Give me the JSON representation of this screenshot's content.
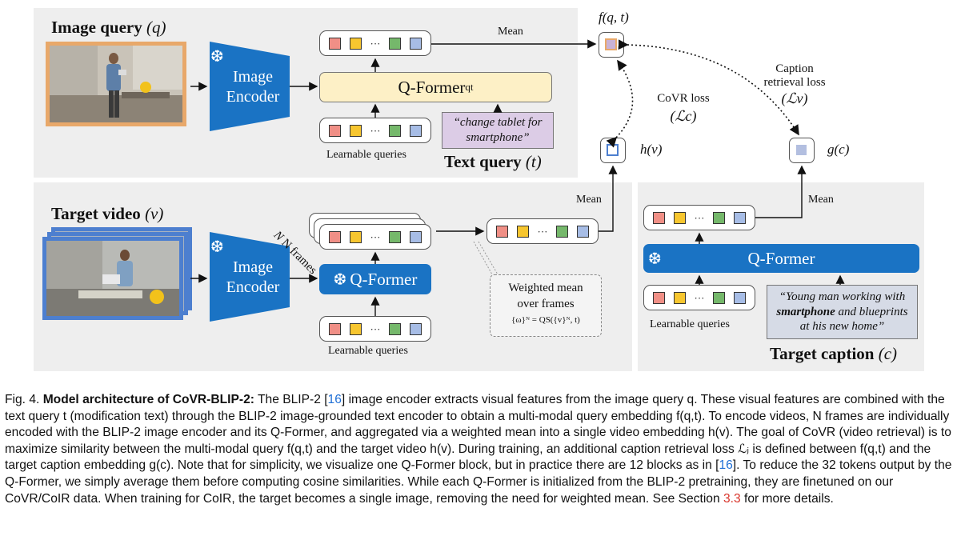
{
  "panels": {
    "image_query": {
      "title": "Image query",
      "symbol": "(q)"
    },
    "text_query": {
      "title": "Text query",
      "symbol": "(t)",
      "text": "“change tablet for smartphone”"
    },
    "target_video": {
      "title": "Target video",
      "symbol": "(v)"
    },
    "target_caption": {
      "title": "Target caption",
      "symbol": "(c)"
    }
  },
  "labels": {
    "image_encoder": "Image Encoder",
    "qformer_qt_main": "Q-Former",
    "qformer_qt_sub": "qt",
    "qformer": "Q-Former",
    "learnable_queries": "Learnable queries",
    "mean": "Mean",
    "n_frames": "N frames",
    "weighted_mean_line1": "Weighted mean",
    "weighted_mean_line2": "over frames",
    "weighted_mean_formula": "{ω}ᴺ = QS({v}ᴺ, t)",
    "f_qt": "f(q, t)",
    "h_v": "h(v)",
    "g_c": "g(c)",
    "covr_loss": "CoVR loss",
    "covr_loss_sym": "(ℒc)",
    "caption_loss_1": "Caption",
    "caption_loss_2": "retrieval loss",
    "caption_loss_sym": "(ℒv)",
    "caption_text_1": "“Young man working with",
    "caption_text_bold": "smartphone",
    "caption_text_2": "and blueprints",
    "caption_text_3": "at his new home”",
    "dots": "···",
    "snowflake": "❆"
  },
  "figure_caption": {
    "lead": "Fig. 4.",
    "bold": "Model architecture of CoVR-BLIP-2:",
    "s1": "The BLIP-2 [",
    "ref16": "16",
    "s2": "] image encoder extracts visual features from the image query q. These visual features are combined with the text query t (modification text) through the BLIP-2 image-grounded text encoder to obtain a multi-modal query embedding f(q,t). To encode videos, N frames are individually encoded with the BLIP-2 image encoder and its Q-Former, and aggregated via a weighted mean into a single video embedding h(v). The goal of CoVR (video retrieval) is to maximize similarity between the multi-modal query f(q,t) and the target video h(v). During training, an additional caption retrieval loss ℒⱼ is defined between f(q,t) and the target caption embedding g(c). Note that for simplicity, we visualize one Q-Former block, but in practice there are 12 blocks as in [",
    "s3": "]. To reduce the 32 tokens output by the Q-Former, we simply average them before computing cosine similarities. While each Q-Former is initialized from the BLIP-2 pretraining, they are finetuned on our CoVR/CoIR data. When training for CoIR, the target becomes a single image, removing the need for weighted mean. See Section ",
    "ref33": "3.3",
    "s4": " for more details."
  },
  "colors": {
    "panel_bg": "#eeeeee",
    "encoder_blue": "#1a73c4",
    "qformer_qt_yellow": "#fdf0c6",
    "text_query_purple": "#dccce6",
    "caption_box": "#d6dbe6",
    "photo_border_orange": "#e8a86a",
    "photo_border_blue": "#4d7fcf",
    "token_red": "#f08f86",
    "token_yellow": "#f7c62f",
    "token_green": "#75b86b",
    "token_blue": "#a7bde6"
  }
}
